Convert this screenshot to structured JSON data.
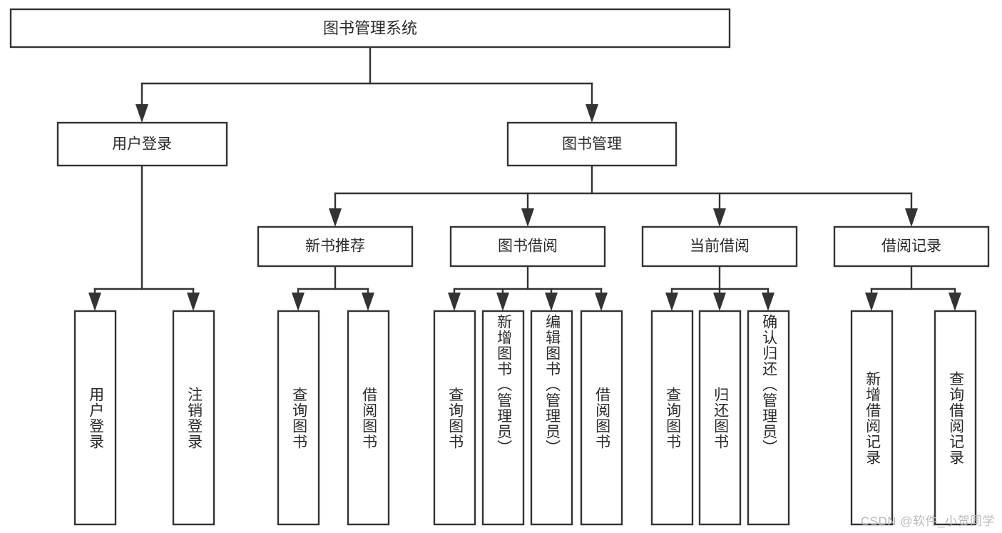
{
  "diagram": {
    "type": "tree-hierarchy",
    "title": "图书管理系统",
    "orientation": "top-down",
    "colors": {
      "box_stroke": "#333333",
      "box_fill": "#ffffff",
      "connector": "#333333",
      "text": "#2b2b2b",
      "watermark": "#b9b9b9",
      "background": "#ffffff"
    },
    "watermark": "CSDN @软件_小贺同学",
    "root": {
      "label": "图书管理系统"
    },
    "level2": [
      {
        "id": "user-login",
        "label": "用户登录"
      },
      {
        "id": "book-manage",
        "label": "图书管理"
      }
    ],
    "level3": [
      {
        "id": "new-book-recommend",
        "label": "新书推荐",
        "parent": "book-manage"
      },
      {
        "id": "book-borrow",
        "label": "图书借阅",
        "parent": "book-manage"
      },
      {
        "id": "current-borrow",
        "label": "当前借阅",
        "parent": "book-manage"
      },
      {
        "id": "borrow-record",
        "label": "借阅记录",
        "parent": "book-manage"
      }
    ],
    "leaves": {
      "user-login": [
        {
          "id": "leaf-user-login",
          "label": "用户登录"
        },
        {
          "id": "leaf-logout-login",
          "label": "注销登录"
        }
      ],
      "new-book-recommend": [
        {
          "id": "leaf-query-book-1",
          "label": "查询图书"
        },
        {
          "id": "leaf-borrow-book-1",
          "label": "借阅图书"
        }
      ],
      "book-borrow": [
        {
          "id": "leaf-query-book-2",
          "label": "查询图书"
        },
        {
          "id": "leaf-add-book-admin",
          "label": "新增图书（管理员）"
        },
        {
          "id": "leaf-edit-book-admin",
          "label": "编辑图书（管理员）"
        },
        {
          "id": "leaf-borrow-book-2",
          "label": "借阅图书"
        }
      ],
      "current-borrow": [
        {
          "id": "leaf-query-book-3",
          "label": "查询图书"
        },
        {
          "id": "leaf-return-book",
          "label": "归还图书"
        },
        {
          "id": "leaf-confirm-return-admin",
          "label": "确认归还（管理员）"
        }
      ],
      "borrow-record": [
        {
          "id": "leaf-add-borrow-record",
          "label": "新增借阅记录"
        },
        {
          "id": "leaf-query-borrow-record",
          "label": "查询借阅记录"
        }
      ]
    }
  }
}
